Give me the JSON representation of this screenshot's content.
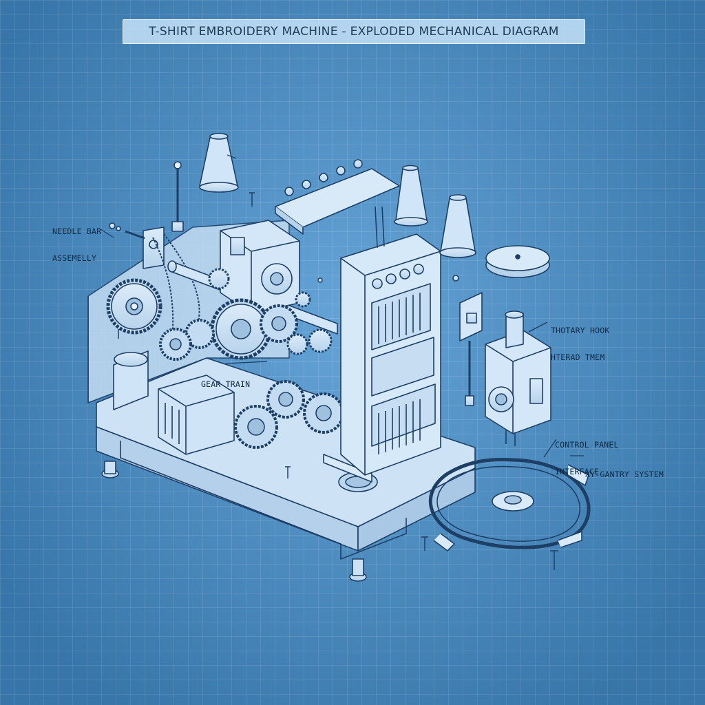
{
  "title": "T-SHIRT EMBROIDERY MACHINE - EXPLODED MECHANICAL DIAGRAM",
  "callouts": {
    "needle_bar": [
      "NEEDLE BAR",
      "ASSEMELLY"
    ],
    "gear_train": "GEAR TRAIN",
    "rotary_hook": [
      "THOTARY HOOK",
      "HTERAD TMEM"
    ],
    "control_panel": [
      "CONTROL PANEL",
      "INTERFACE"
    ],
    "xy_gantry": "XY-GANTRY SYSTEM"
  },
  "colors": {
    "background": "#4490cf",
    "part_fill": "#cfe4f6",
    "line": "#1d3f66",
    "text": "#0f2a44"
  }
}
